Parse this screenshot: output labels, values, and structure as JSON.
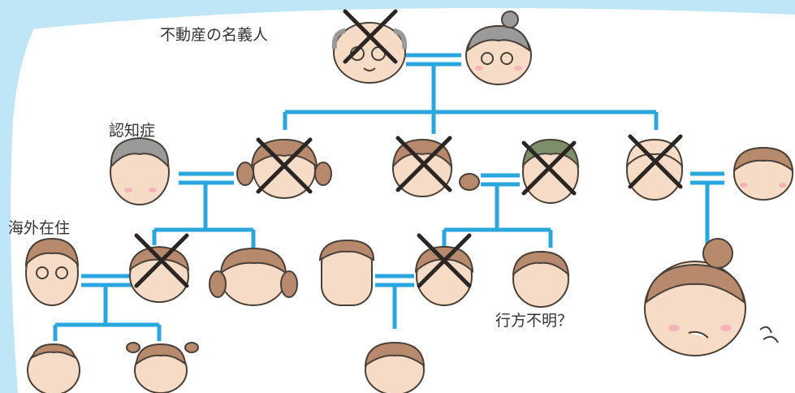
{
  "labels": {
    "property_owner": "不動産の名義人",
    "dementia": "認知症",
    "living_abroad": "海外在住",
    "missing": "行方不明？"
  },
  "colors": {
    "line": "#2aa6dd",
    "sky": "#bfe6f7",
    "skin": "#f6dcc6",
    "outline": "#4a4038",
    "cheek": "#f5b3b8",
    "brown_hair": "#b78a6e",
    "gray_hair": "#9a9a9a",
    "green_hair": "#7c8f6a",
    "cross": "#2b2623"
  }
}
